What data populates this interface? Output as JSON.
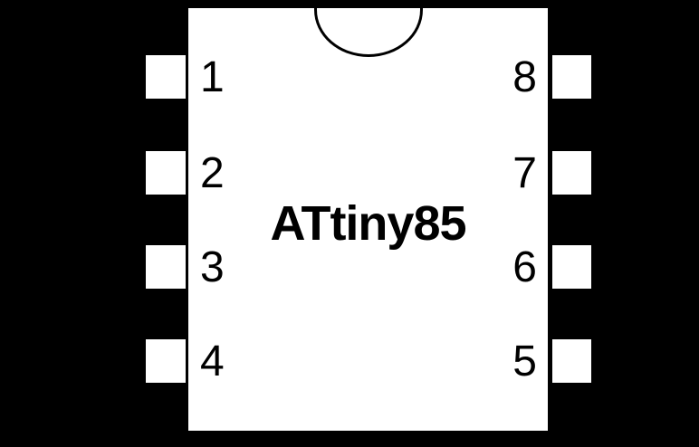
{
  "chip": {
    "title": "ATtiny85",
    "package": "DIP-8",
    "left_pins": [
      "1",
      "2",
      "3",
      "4"
    ],
    "right_pins": [
      "8",
      "7",
      "6",
      "5"
    ],
    "colors": {
      "background": "#000000",
      "chip_body": "#ffffff",
      "pin_pad": "#ffffff",
      "text": "#000000",
      "notch_outline": "#000000"
    }
  }
}
